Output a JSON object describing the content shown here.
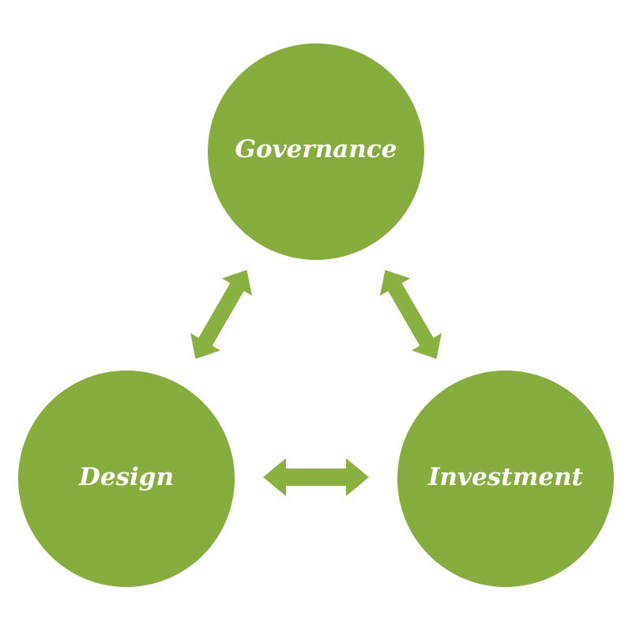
{
  "diagram": {
    "nodes": {
      "governance": {
        "label": "Governance"
      },
      "design": {
        "label": "Design"
      },
      "investment": {
        "label": "Investment"
      }
    },
    "edges": [
      {
        "from": "governance",
        "to": "design",
        "style": "double-arrow"
      },
      {
        "from": "governance",
        "to": "investment",
        "style": "double-arrow"
      },
      {
        "from": "design",
        "to": "investment",
        "style": "double-arrow"
      }
    ]
  },
  "colors": {
    "node_fill": "#8ab13f",
    "arrow_fill": "#8ab13f",
    "label_text": "#ffffff",
    "background": "#ffffff"
  }
}
